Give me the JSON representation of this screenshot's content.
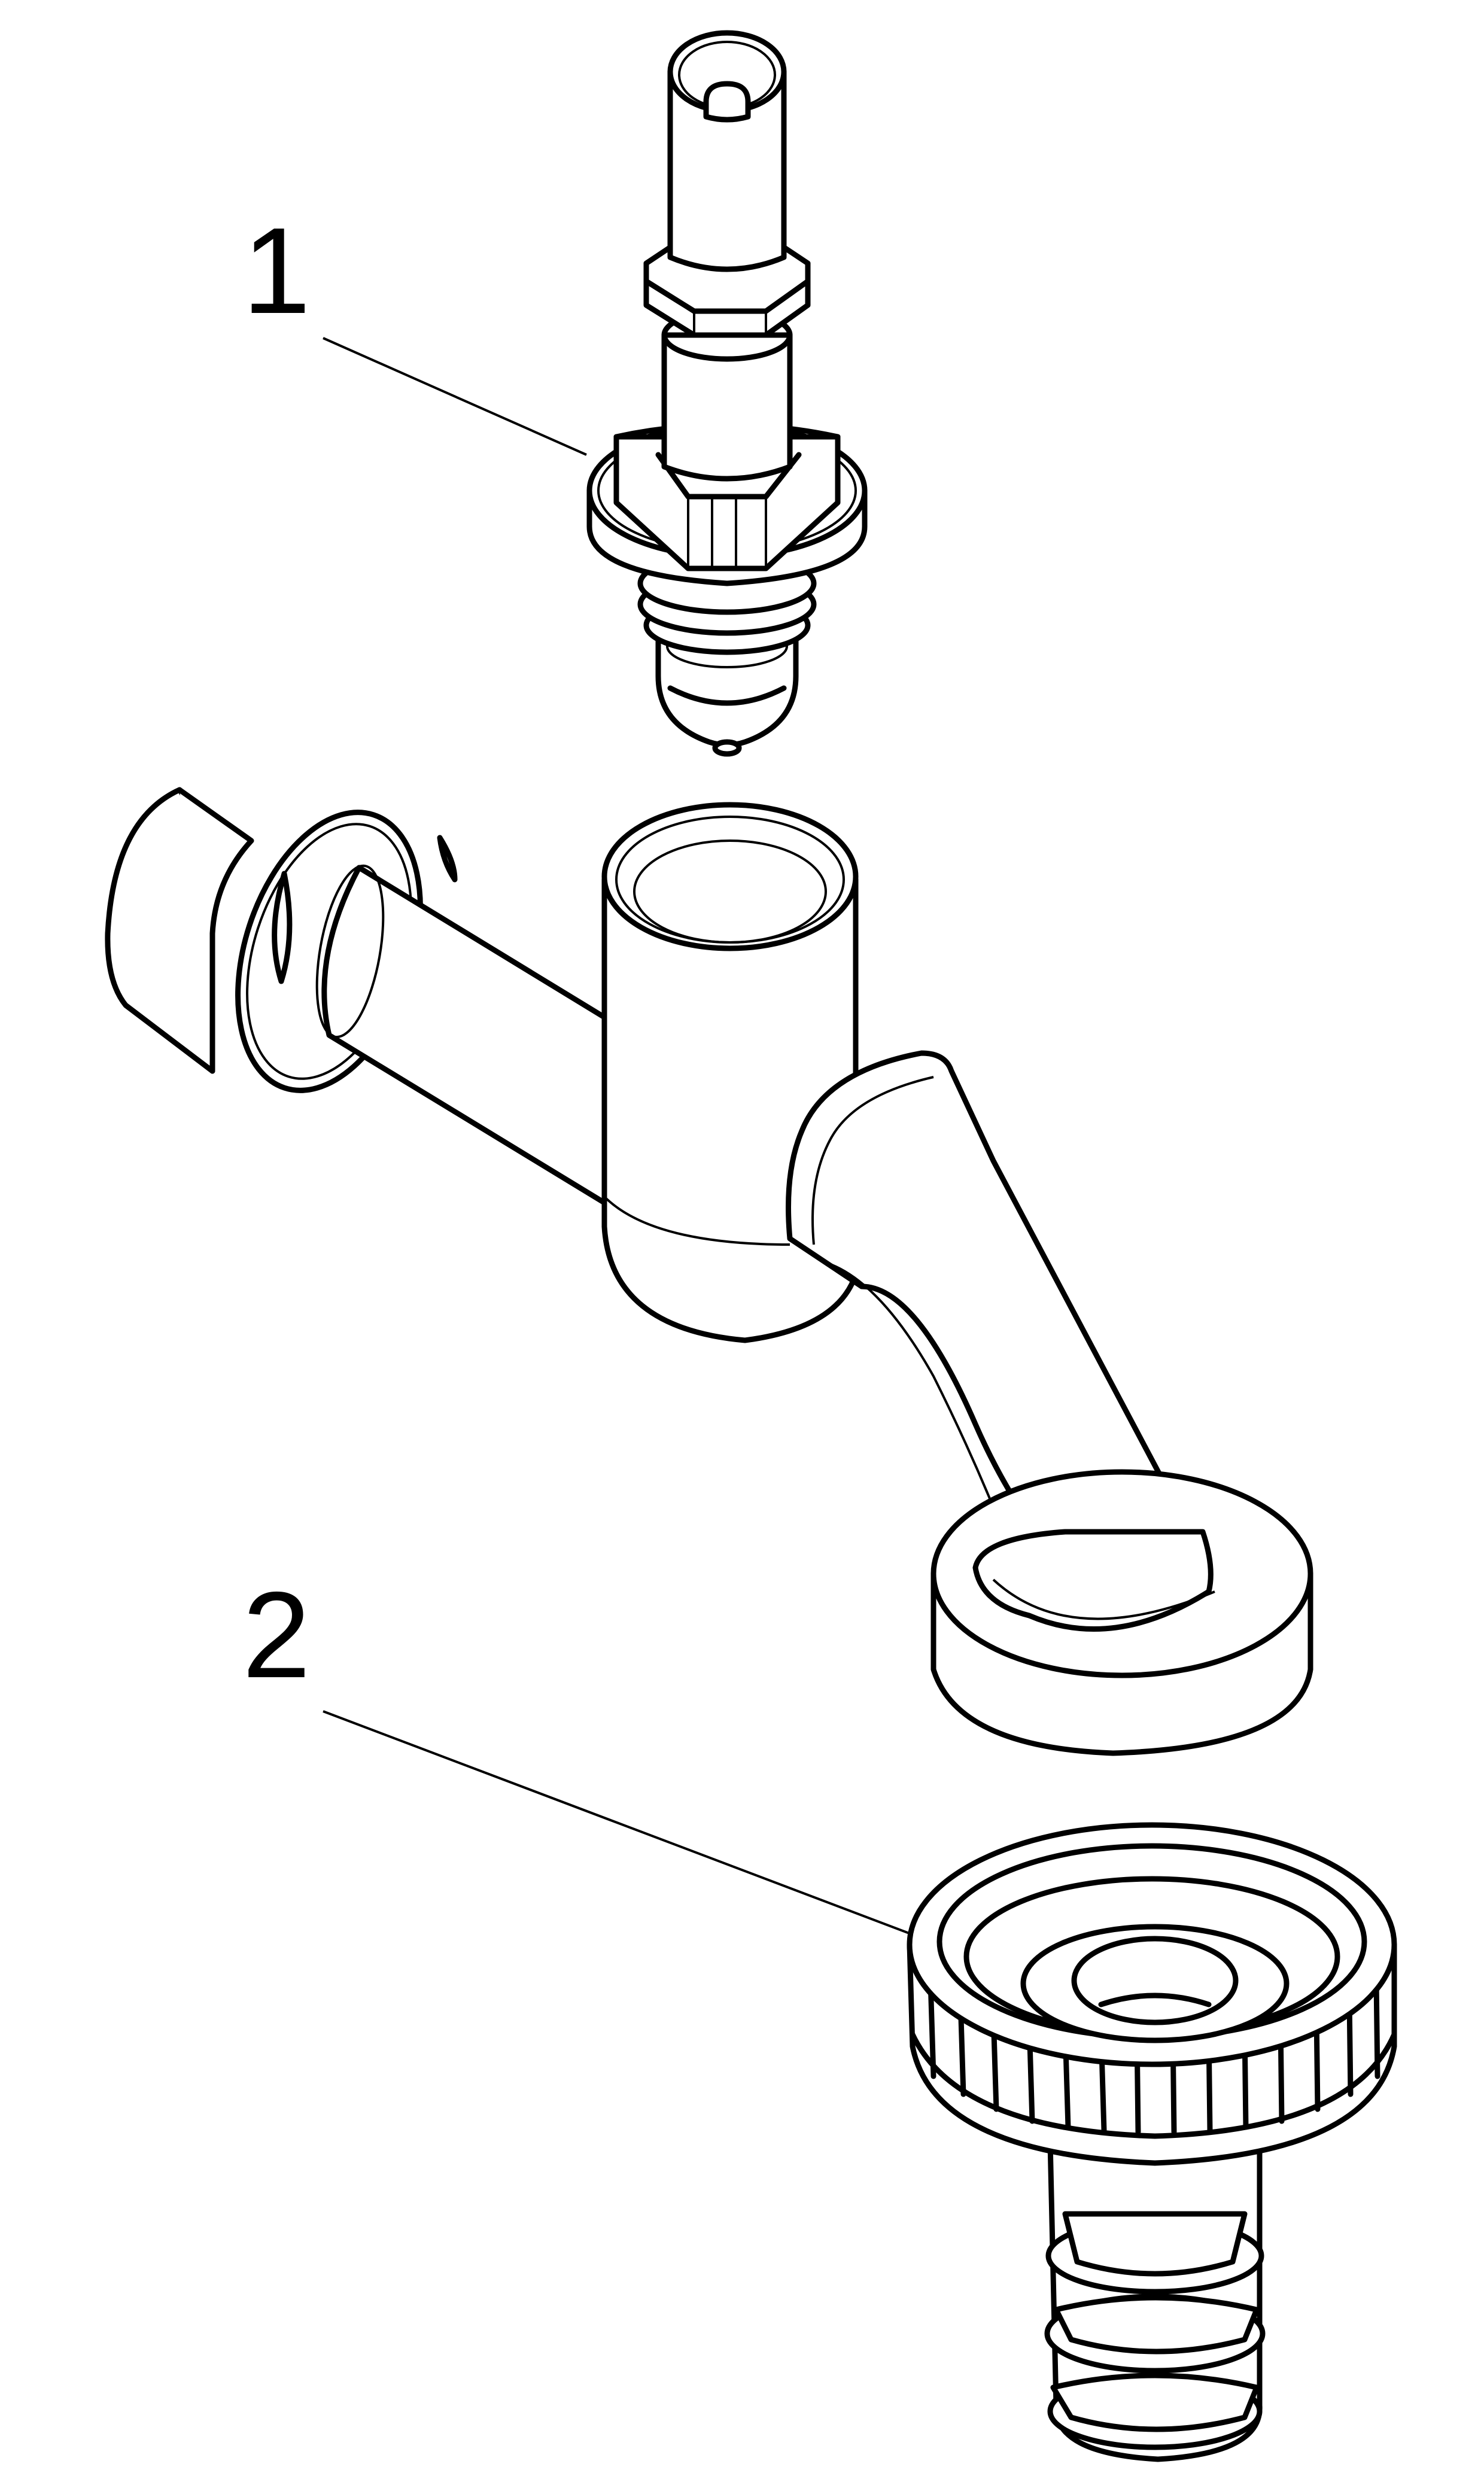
{
  "diagram": {
    "type": "exploded-view",
    "subject": "wall tap",
    "colors": {
      "line": "#000000",
      "background": "#ffffff"
    },
    "callouts": [
      {
        "id": "1",
        "label": "1",
        "part": "valve-insert"
      },
      {
        "id": "2",
        "label": "2",
        "part": "hose-connector"
      }
    ],
    "parts": [
      {
        "name": "valve-insert",
        "callout": "1"
      },
      {
        "name": "tap-body",
        "callout": ""
      },
      {
        "name": "hose-connector",
        "callout": "2"
      }
    ]
  }
}
